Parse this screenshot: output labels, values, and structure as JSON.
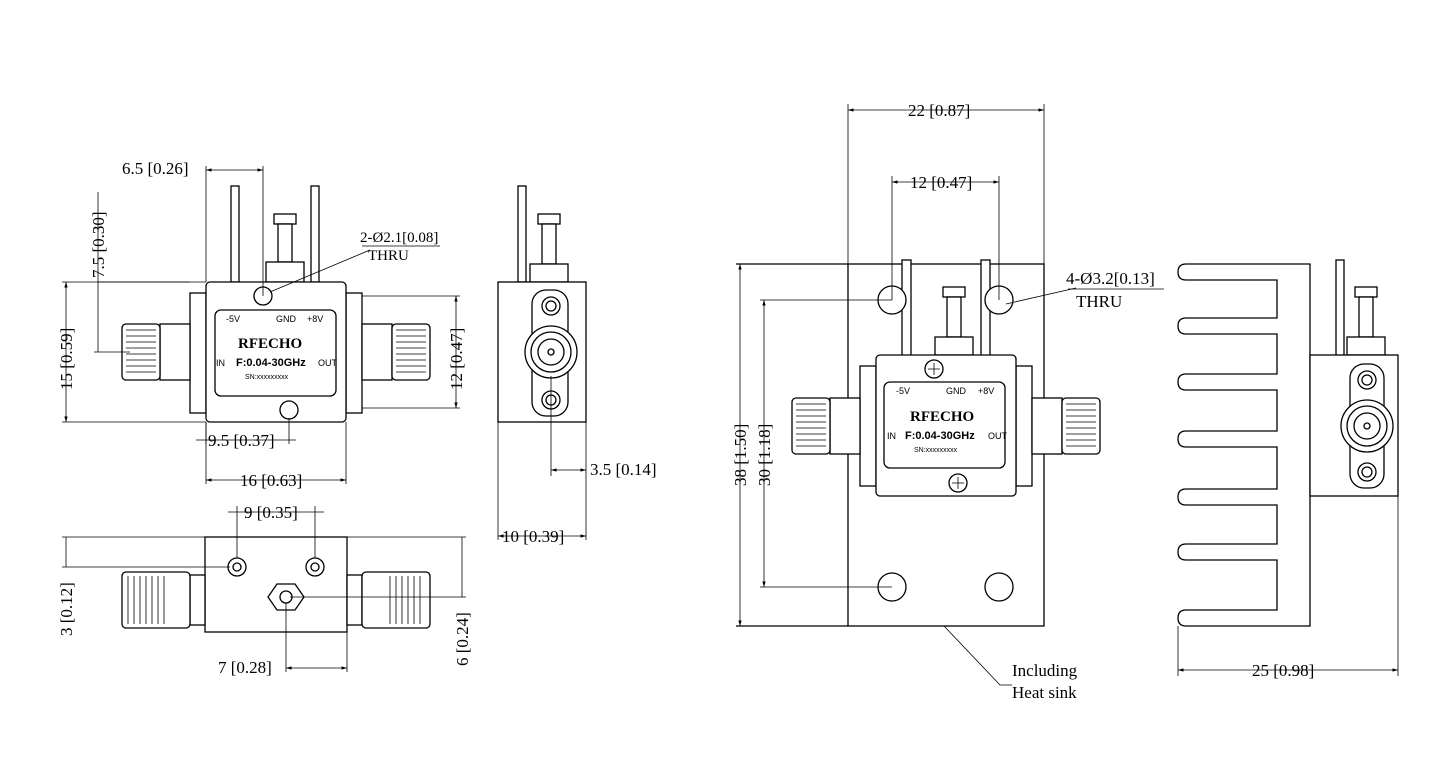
{
  "label": {
    "brand": "RFECHO",
    "freq": "F:0.04-30GHz",
    "in": "IN",
    "out": "OUT",
    "sn": "SN:xxxxxxxxx",
    "neg5": "-5V",
    "gnd": "GND",
    "pos8": "+8V"
  },
  "dims": {
    "d6_5": "6.5 [0.26]",
    "d7_5": "7.5 [0.30]",
    "hole_small": "2-Ø2.1[0.08]",
    "thru": "THRU",
    "d15": "15 [0.59]",
    "d12_h": "12 [0.47]",
    "d9_5": "9.5 [0.37]",
    "d16": "16 [0.63]",
    "d3_5": "3.5 [0.14]",
    "d10": "10 [0.39]",
    "d9": "9 [0.35]",
    "d3": "3 [0.12]",
    "d6": "6 [0.24]",
    "d7": "7 [0.28]",
    "d22": "22 [0.87]",
    "d12_w": "12 [0.47]",
    "hole_large": "4-Ø3.2[0.13]",
    "thru2": "THRU",
    "d38": "38 [1.50]",
    "d30": "30 [1.18]",
    "incl1": "Including",
    "incl2": "Heat sink",
    "d25": "25 [0.98]"
  }
}
